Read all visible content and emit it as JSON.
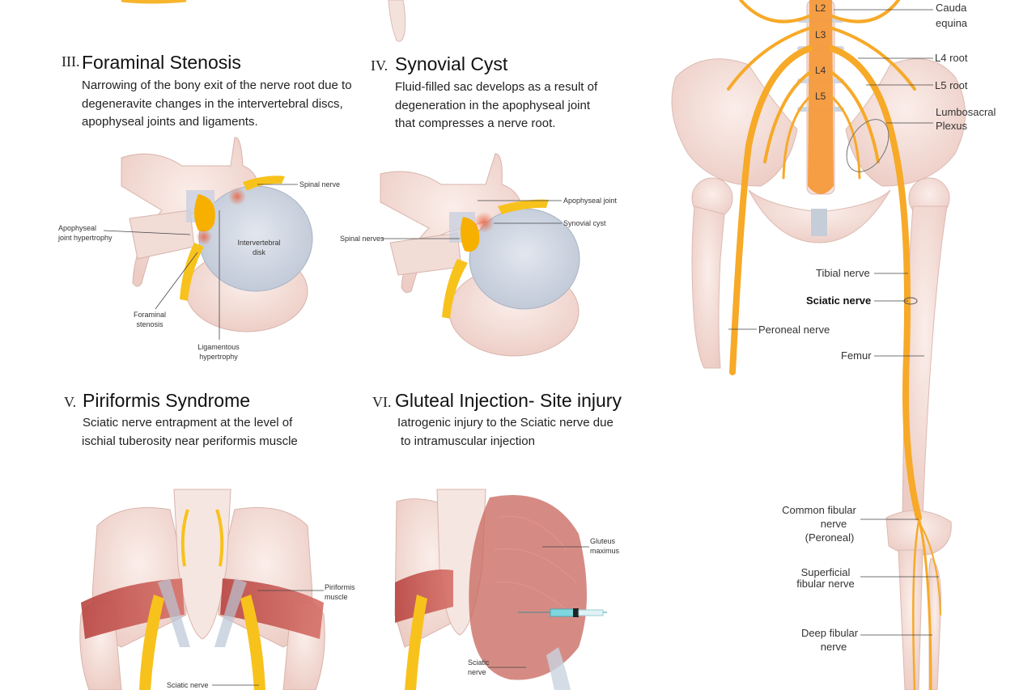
{
  "sections": {
    "foraminal": {
      "numeral": "III.",
      "title": "Foraminal Stenosis",
      "desc": [
        "Narrowing of the bony exit of the nerve  root due to",
        "degeneravite changes in the intervertebral discs,",
        "apophyseal joints and ligaments."
      ],
      "labels": {
        "spinal_nerve": "Spinal nerve",
        "apophyseal_1": "Apophyseal",
        "apophyseal_2": "joint hypertrophy",
        "disk_1": "Intervertebral",
        "disk_2": "disk",
        "foraminal_1": "Foraminal",
        "foraminal_2": "stenosis",
        "ligamentous_1": "Ligamentous",
        "ligamentous_2": "hypertrophy"
      }
    },
    "synovial": {
      "numeral": "IV.",
      "title": "Synovial Cyst",
      "desc": [
        "Fluid-filled sac develops as a result of",
        "degeneration in the apophyseal joint",
        "that compresses a nerve root."
      ],
      "labels": {
        "apophyseal_joint": "Apophyseal joint",
        "synovial_cyst": "Synovial cyst",
        "spinal_nerves": "Spinal nerves"
      }
    },
    "piriformis": {
      "numeral": "V.",
      "title": "Piriformis Syndrome",
      "desc": [
        "Sciatic nerve entrapment at the level of",
        "ischial tuberosity near periformis muscle"
      ],
      "labels": {
        "piriformis_1": "Piriformis",
        "piriformis_2": "muscle",
        "sciatic": "Sciatic nerve"
      }
    },
    "gluteal": {
      "numeral": "VI.",
      "title": "Gluteal Injection- Site injury",
      "desc": [
        "Iatrogenic injury to the Sciatic nerve due",
        "to intramuscular injection"
      ],
      "labels": {
        "gluteus_1": "Gluteus",
        "gluteus_2": "maximus",
        "sciatic_1": "Sciatic",
        "sciatic_2": "nerve"
      }
    }
  },
  "anatomy": {
    "cauda_1": "Cauda",
    "cauda_2": "equina",
    "l2": "L2",
    "l3": "L3",
    "l4": "L4",
    "l5": "L5",
    "l4_root": "L4 root",
    "l5_root": "L5 root",
    "lumbosacral_1": "Lumbosacral",
    "lumbosacral_2": "Plexus",
    "tibial": "Tibial nerve",
    "sciatic": "Sciatic nerve",
    "peroneal": "Peroneal nerve",
    "femur": "Femur",
    "common_fibular_1": "Common fibular",
    "common_fibular_2": "nerve",
    "common_fibular_3": "(Peroneal)",
    "superficial_1": "Superficial",
    "superficial_2": "fibular nerve",
    "deep_1": "Deep fibular",
    "deep_2": "nerve"
  },
  "colors": {
    "nerve": "#f7a928",
    "nerve_light": "#f9c94b",
    "bone": "#f3dcd6",
    "bone_outline": "#dcbab2",
    "disk": "#cfd6e2",
    "muscle": "#c9554f",
    "spine_orange": "#f59a3c"
  }
}
